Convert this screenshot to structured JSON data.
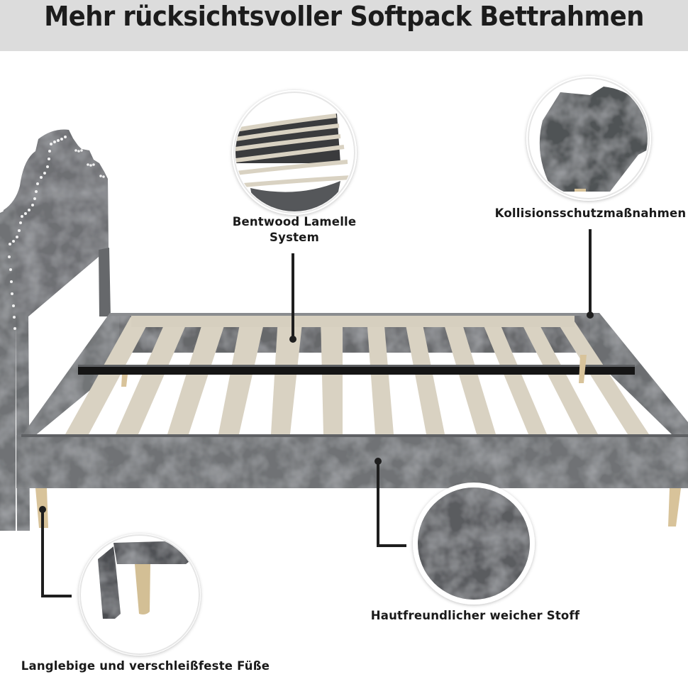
{
  "banner": {
    "title": "Mehr rücksichtsvoller Softpack Bettrahmen",
    "background": "#dcdcdc",
    "text_color": "#1c1c1c"
  },
  "colors": {
    "fabric_gray": "#6e7073",
    "fabric_dark": "#56585b",
    "slat_beige": "#d9d2c2",
    "leg_wood": "#d8c39a",
    "callout_line": "#1e1e1e"
  },
  "callouts": [
    {
      "id": "slats",
      "label_line1": "Bentwood Lamelle",
      "label_line2": "System",
      "detail": "slat-closeup"
    },
    {
      "id": "bumper",
      "label": "Kollisionsschutzmaßnahmen",
      "detail": "corner-closeup"
    },
    {
      "id": "fabric",
      "label": "Hautfreundlicher weicher Stoff",
      "detail": "fabric-closeup"
    },
    {
      "id": "legs",
      "label": "Langlebige und verschleißfeste Füße",
      "detail": "leg-closeup"
    }
  ]
}
